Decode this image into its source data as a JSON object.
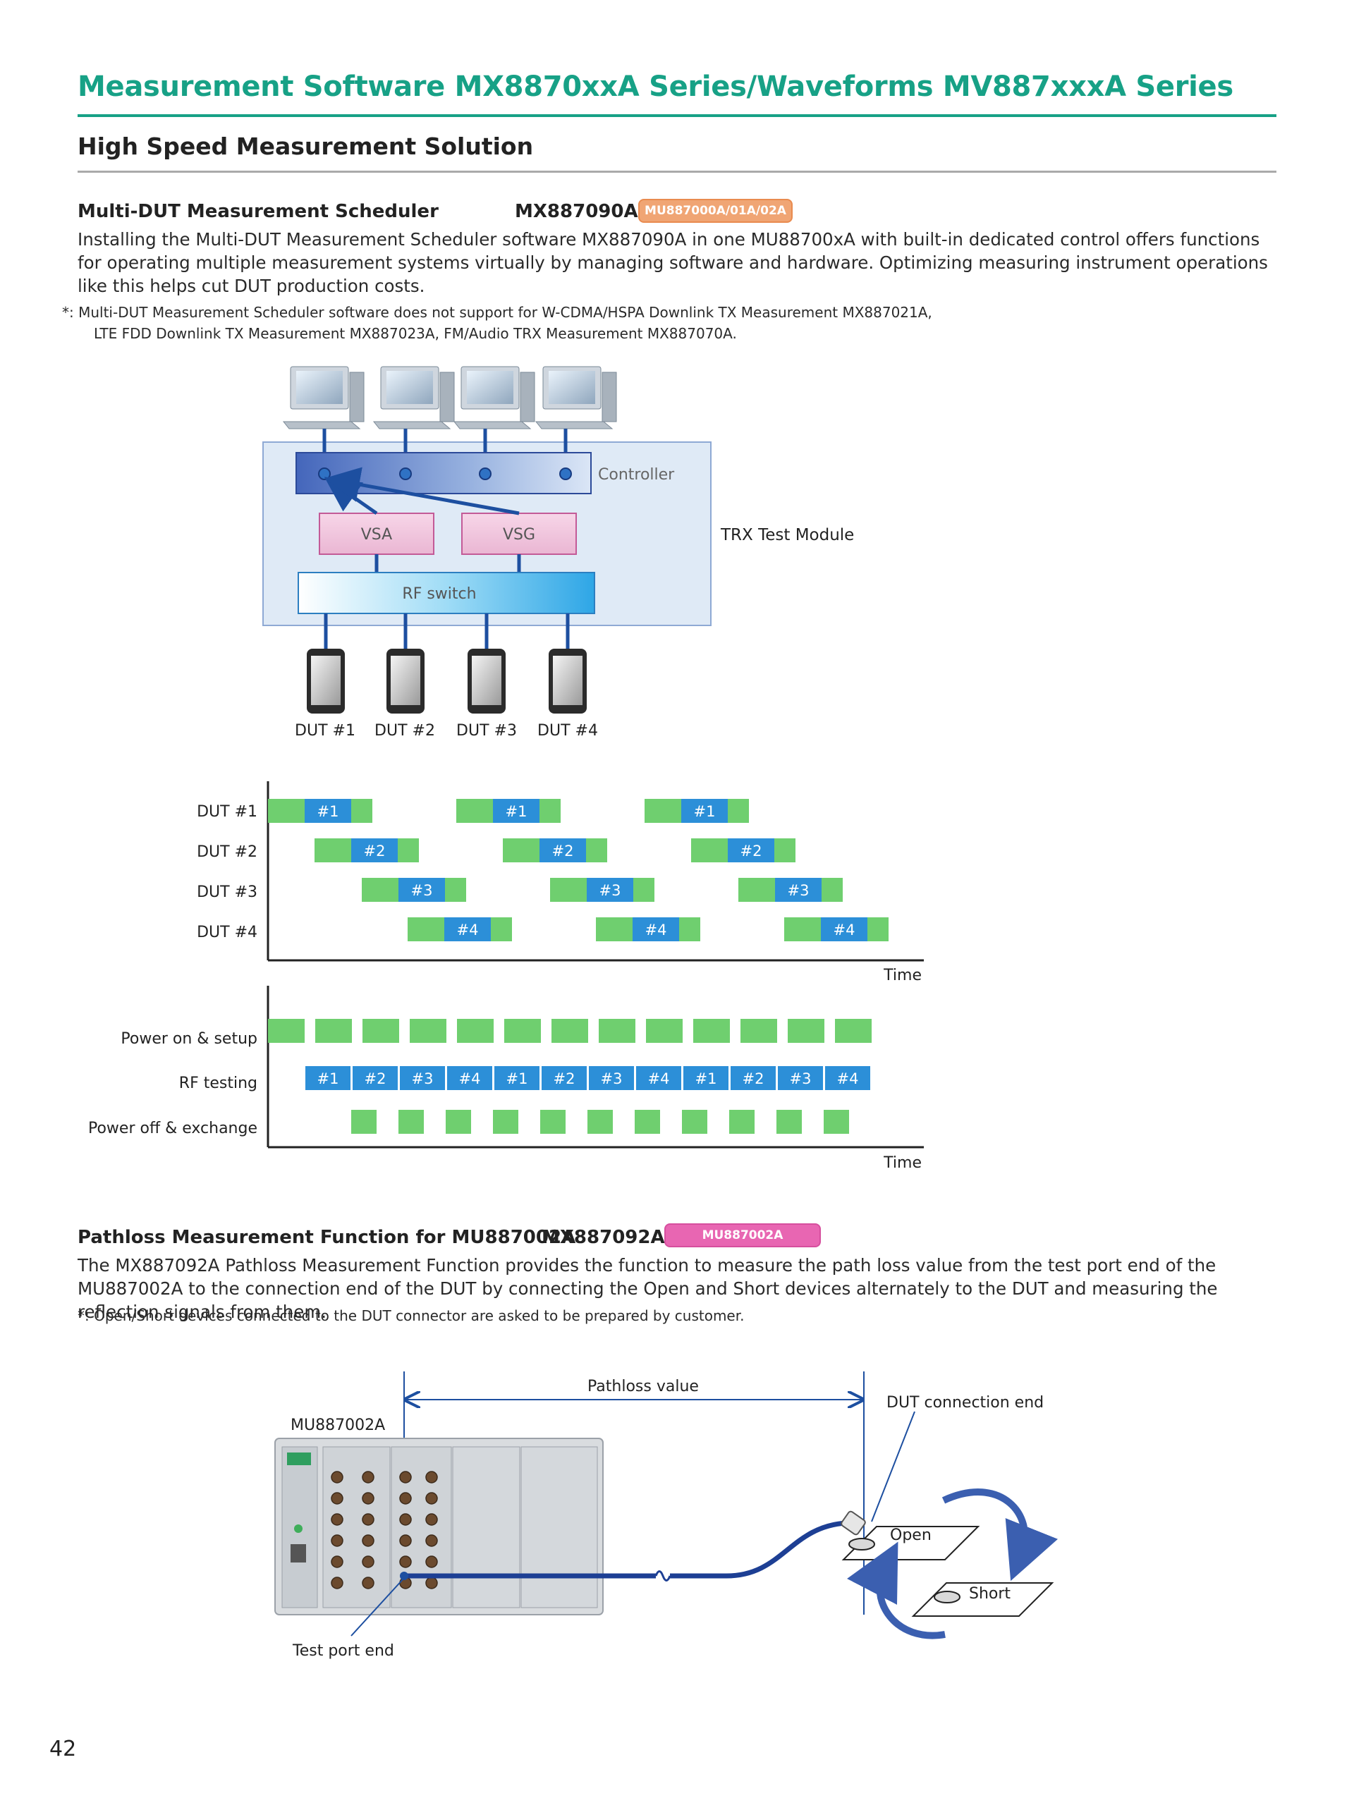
{
  "header": {
    "title": "Measurement Software MX8870xxA Series/Waveforms MV887xxxA Series",
    "subtitle": "High Speed Measurement Solution"
  },
  "section1": {
    "heading": "Multi-DUT Measurement Scheduler",
    "model": "MX887090A",
    "badge": "MU887000A/01A/02A",
    "body": "Installing the Multi-DUT Measurement Scheduler software MX887090A in one MU88700xA with built-in dedicated control offers functions for operating multiple measurement systems virtually by managing software and hardware. Optimizing measuring instrument operations like this helps cut DUT production costs.",
    "note_line1": "*: Multi-DUT Measurement Scheduler software does not support for W-CDMA/HSPA Downlink TX Measurement MX887021A,",
    "note_line2": "LTE FDD Downlink TX Measurement MX887023A, FM/Audio TRX Measurement MX887070A."
  },
  "diagram1": {
    "controller": "Controller",
    "vsa": "VSA",
    "vsg": "VSG",
    "rf_switch": "RF switch",
    "module": "TRX Test Module",
    "duts": [
      "DUT #1",
      "DUT #2",
      "DUT #3",
      "DUT #4"
    ]
  },
  "timing1": {
    "rows": [
      "DUT #1",
      "DUT #2",
      "DUT #3",
      "DUT #4"
    ],
    "blocks": [
      "#1",
      "#2",
      "#3",
      "#4"
    ],
    "time_label": "Time"
  },
  "timing2": {
    "rows": [
      "Power on & setup",
      "RF testing",
      "Power off & exchange"
    ],
    "rf_sequence": [
      "#1",
      "#2",
      "#3",
      "#4",
      "#1",
      "#2",
      "#3",
      "#4",
      "#1",
      "#2",
      "#3",
      "#4"
    ],
    "time_label": "Time"
  },
  "section2": {
    "heading": "Pathloss Measurement Function for MU887002A",
    "model": "MX887092A",
    "badge": "MU887002A",
    "body": "The MX887092A Pathloss Measurement Function provides the function to measure the path loss value from the test port end of the MU887002A to the connection end of the DUT by connecting the Open and Short devices alternately to the DUT and measuring the reflection signals from them.",
    "note": "*: Open/Short devices connected to the DUT connector are asked to be prepared by customer."
  },
  "diagram2": {
    "pathloss": "Pathloss value",
    "instrument": "MU887002A",
    "dut_end": "DUT connection end",
    "open": "Open",
    "short": "Short",
    "test_port": "Test port end"
  },
  "footer": {
    "page": "42"
  },
  "colors": {
    "brand_green": "#17a186",
    "bar_green": "#6fcf6f",
    "bar_blue": "#2c8fd8",
    "line_blue": "#1d4fa0",
    "badge_orange": "#f0a574",
    "badge_pink": "#e866b2"
  }
}
